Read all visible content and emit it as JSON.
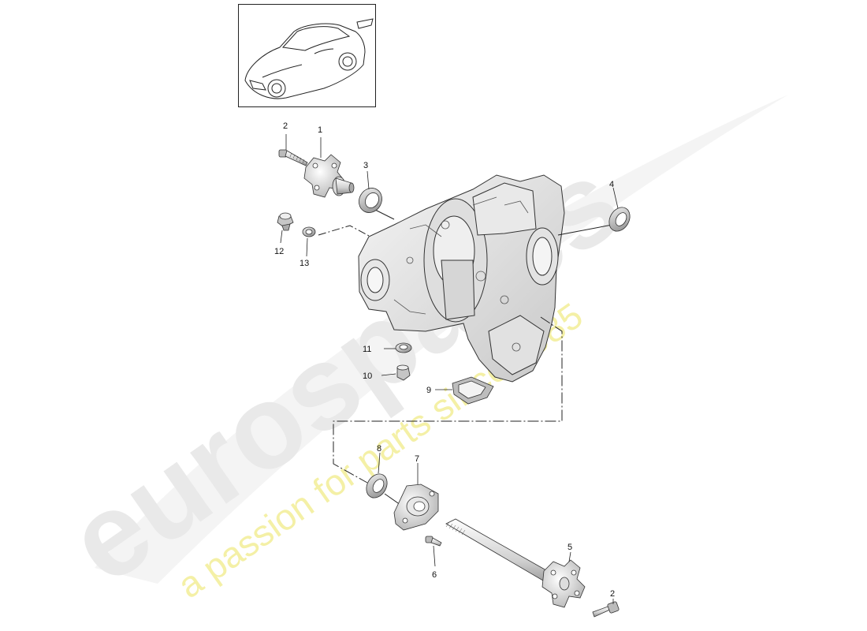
{
  "watermark": {
    "brand": "eurospares",
    "tagline": "a passion for parts since 1985"
  },
  "callouts": {
    "c1": "1",
    "c2a": "2",
    "c2b": "2",
    "c3": "3",
    "c4": "4",
    "c5": "5",
    "c6": "6",
    "c7": "7",
    "c8": "8",
    "c9": "9",
    "c10": "10",
    "c11": "11",
    "c12": "12",
    "c13": "13"
  },
  "colors": {
    "line": "#222222",
    "watermark_brand": "#e6e6e6",
    "watermark_tagline": "#f3ef9e"
  }
}
